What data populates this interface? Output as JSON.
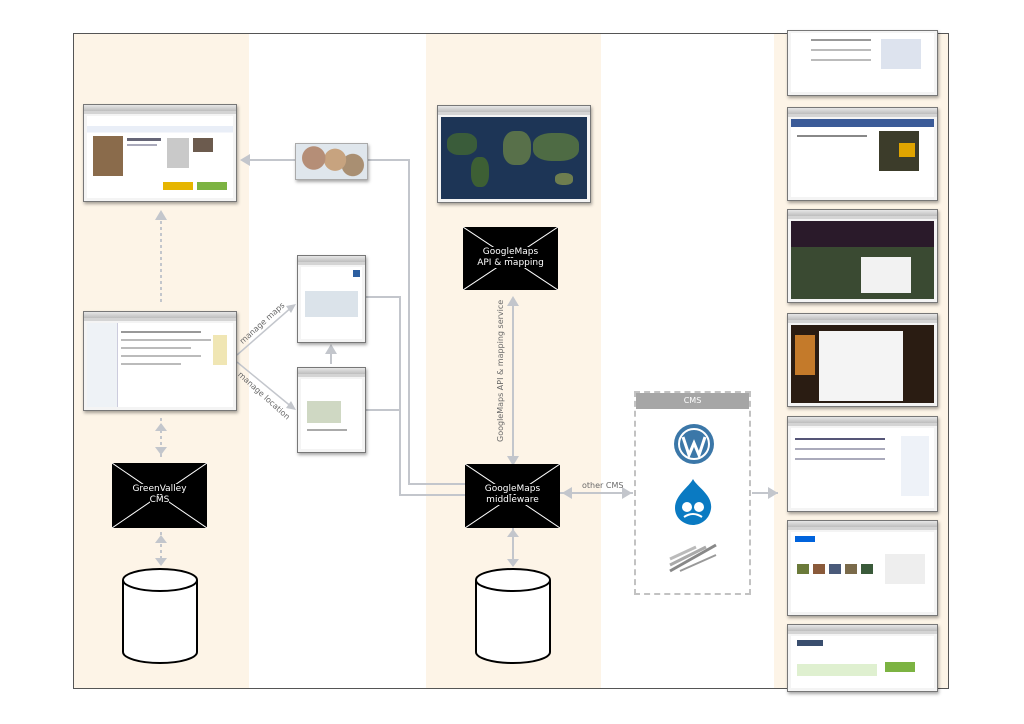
{
  "nodes": {
    "greenvalley_cms": "GreenValley\nCMS",
    "googlemaps_api": "GoogleMaps\nAPI & mapping",
    "googlemaps_middleware": "GoogleMaps\nmiddleware",
    "cms_panel_title": "CMS"
  },
  "edge_labels": {
    "manage_maps": "manage maps",
    "manage_location": "manage location",
    "api_service": "GoogleMaps API & mapping service",
    "other_cms": "other CMS"
  },
  "cms_logos": [
    "wordpress-logo",
    "drupal-logo",
    "expression-engine-logo"
  ],
  "colors": {
    "band": "#fdf4e7",
    "connector": "#c3c6cc",
    "node_fill": "#000000",
    "panel_header": "#a6a6a6"
  }
}
